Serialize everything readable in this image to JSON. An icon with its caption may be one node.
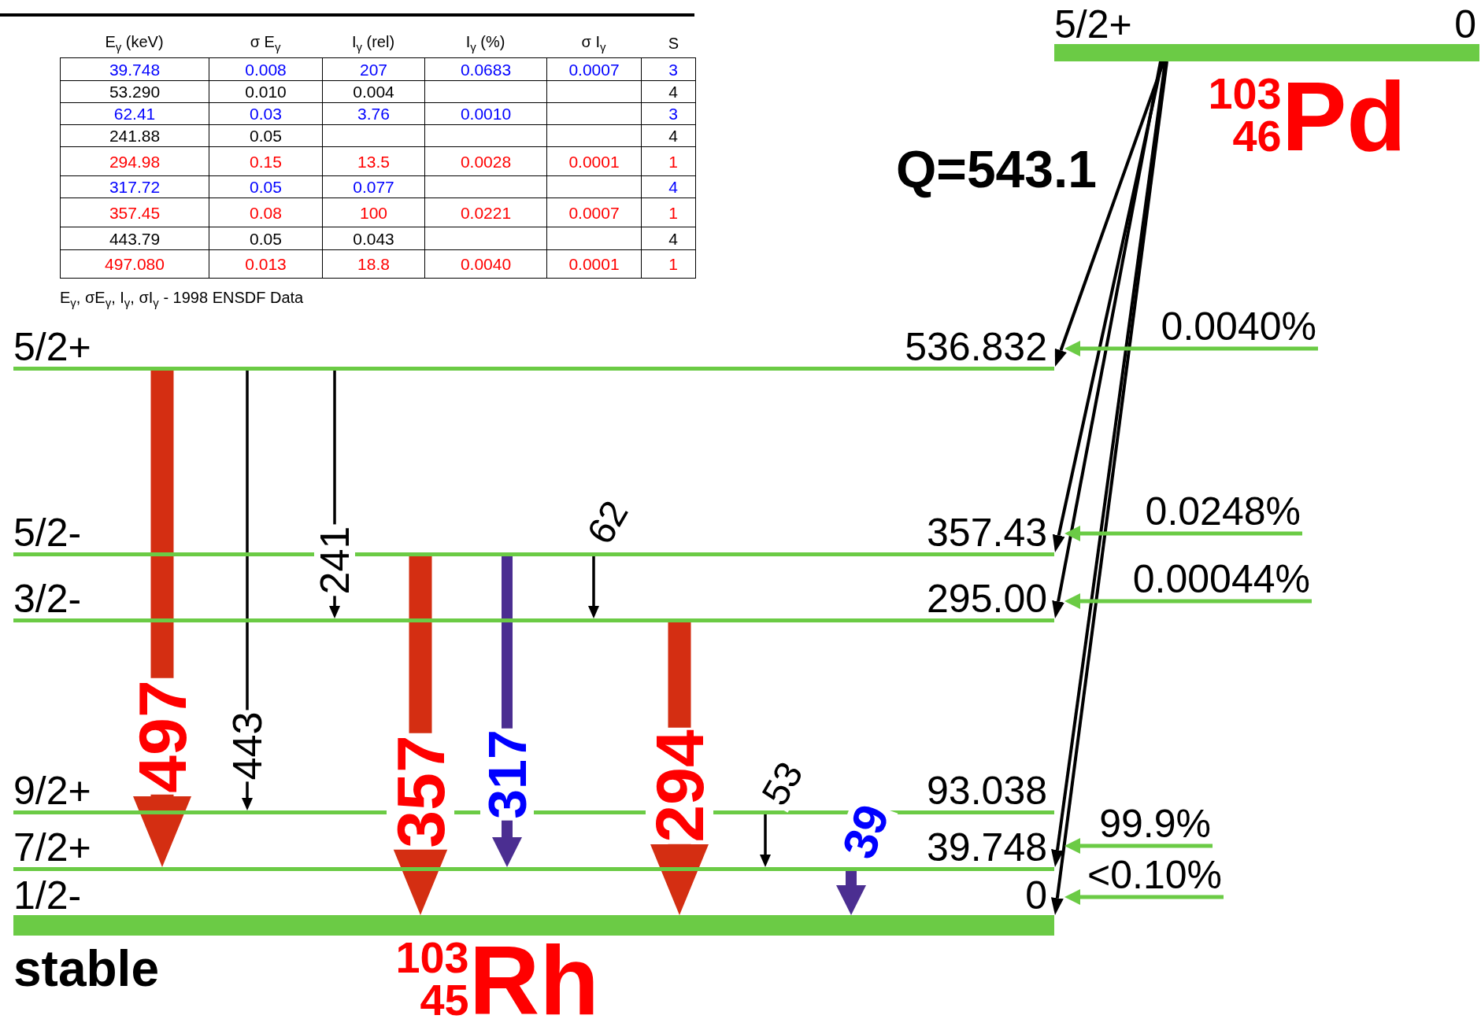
{
  "diagram": {
    "nodes": [
      {
        "text": [
          "5/2+",
          "0"
        ]
      },
      {
        "text": [
          "5/2+",
          "536.832"
        ]
      },
      {
        "text": [
          "5/2-",
          "357.43"
        ]
      },
      {
        "text": [
          "3/2-",
          "295.00"
        ]
      },
      {
        "text": [
          "9/2+",
          "93.038"
        ]
      },
      {
        "text": [
          "7/2+",
          "39.748"
        ]
      },
      {
        "text": [
          "1/2-",
          "0"
        ],
        "beside": [
          "stable"
        ]
      }
    ],
    "edges": [
      {
        "from": 0,
        "to": 1,
        "arrow": "to"
      },
      {
        "from": 0,
        "to": 2,
        "arrow": "to"
      },
      {
        "from": 0,
        "to": 3,
        "arrow": "to"
      },
      {
        "from": 0,
        "to": 5,
        "arrow": "to"
      },
      {
        "from": 0,
        "to": 6,
        "arrow": "to"
      },
      {
        "from": null,
        "to": 1,
        "arrow": "to",
        "label": "0.0040%",
        "color": "#6bcb45"
      },
      {
        "from": null,
        "to": 2,
        "arrow": "to",
        "label": "0.0248%",
        "color": "#6bcb45"
      },
      {
        "from": null,
        "to": 3,
        "arrow": "to",
        "label": "0.00044%",
        "color": "#6bcb45"
      },
      {
        "from": null,
        "to": 5,
        "arrow": "to",
        "label": "99.9%",
        "color": "#6bcb45"
      },
      {
        "from": null,
        "to": 6,
        "arrow": "to",
        "label": "<0.10%",
        "color": "#6bcb45"
      },
      {
        "from": 1,
        "to": 5,
        "arrow": "to",
        "label": "497",
        "style": "thick",
        "color": "#d42e12"
      },
      {
        "from": 1,
        "to": 4,
        "arrow": "to",
        "label": "443"
      },
      {
        "from": 1,
        "to": 3,
        "arrow": "to",
        "label": "241"
      },
      {
        "from": 2,
        "to": 6,
        "arrow": "to",
        "label": "357",
        "style": "thick",
        "color": "#d42e12"
      },
      {
        "from": 2,
        "to": 5,
        "arrow": "to",
        "label": "317",
        "style": "thick",
        "color": "#4b2e91"
      },
      {
        "from": 2,
        "to": 3,
        "arrow": "to",
        "label": "62"
      },
      {
        "from": 3,
        "to": 6,
        "arrow": "to",
        "label": "294",
        "style": "thick",
        "color": "#d42e12"
      },
      {
        "from": 4,
        "to": 5,
        "arrow": "to",
        "label": "53"
      },
      {
        "from": 5,
        "to": 6,
        "arrow": "to",
        "label": "39",
        "style": "thick",
        "color": "#4b2e91"
      }
    ],
    "labels": [
      "E$_{γ}$ (keV)",
      "σ E$_{γ}$",
      "I$_{γ}$ (rel)",
      "I$_{γ}$ (%)",
      "σ I$_{γ}$",
      "S",
      "39.748",
      "0.008",
      "207",
      "0.0683",
      "0.0007",
      "3",
      "53.290",
      "0.010",
      "0.004",
      "4",
      "62.41",
      "0.03",
      "3.76",
      "0.0010",
      "3",
      "241.88",
      "0.05",
      "4",
      "294.98",
      "0.15",
      "13.5",
      "0.0028",
      "0.0001",
      "1",
      "317.72",
      "0.05",
      "0.077",
      "4",
      "357.45",
      "0.08",
      "100",
      "0.0221",
      "0.0007",
      "1",
      "443.79",
      "0.05",
      "0.043",
      "4",
      "497.080",
      "0.013",
      "18.8",
      "0.0040",
      "0.0001",
      "1",
      "E$_{γ}$, σE$_{γ}$, I$_{γ}$, σI$_{γ}$ - 1998 ENSDF Data",
      "$^{103}$$_{46}$Pd",
      "Q=543.1",
      "$^{103}$$_{45}$Rh"
    ]
  }
}
